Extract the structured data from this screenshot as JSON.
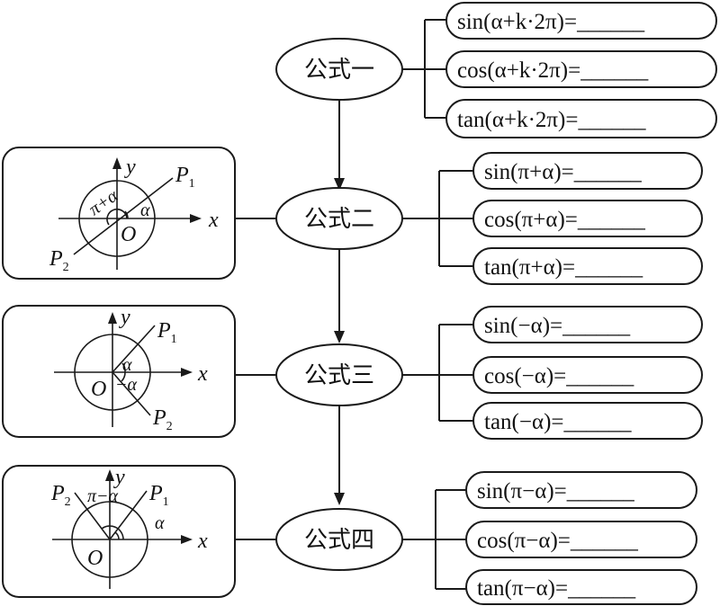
{
  "nodes": [
    "公式一",
    "公式二",
    "公式三",
    "公式四"
  ],
  "formulas": {
    "f1": [
      "sin(α+k·2π)=",
      "cos(α+k·2π)=",
      "tan(α+k·2π)="
    ],
    "f2": [
      "sin(π+α)=",
      "cos(π+α)=",
      "tan(π+α)="
    ],
    "f3": [
      "sin(−α)=",
      "cos(−α)=",
      "tan(−α)="
    ],
    "f4": [
      "sin(π−α)=",
      "cos(π−α)=",
      "tan(π−α)="
    ]
  },
  "blank": "______",
  "axis_labels": {
    "x": "x",
    "y": "y",
    "origin": "O"
  },
  "points": {
    "p": "P",
    "one": "1",
    "two": "2"
  },
  "angles": {
    "alpha": "α",
    "pi_plus_alpha": "π+α",
    "neg_alpha": "−α",
    "pi_minus_alpha": "π−α"
  }
}
